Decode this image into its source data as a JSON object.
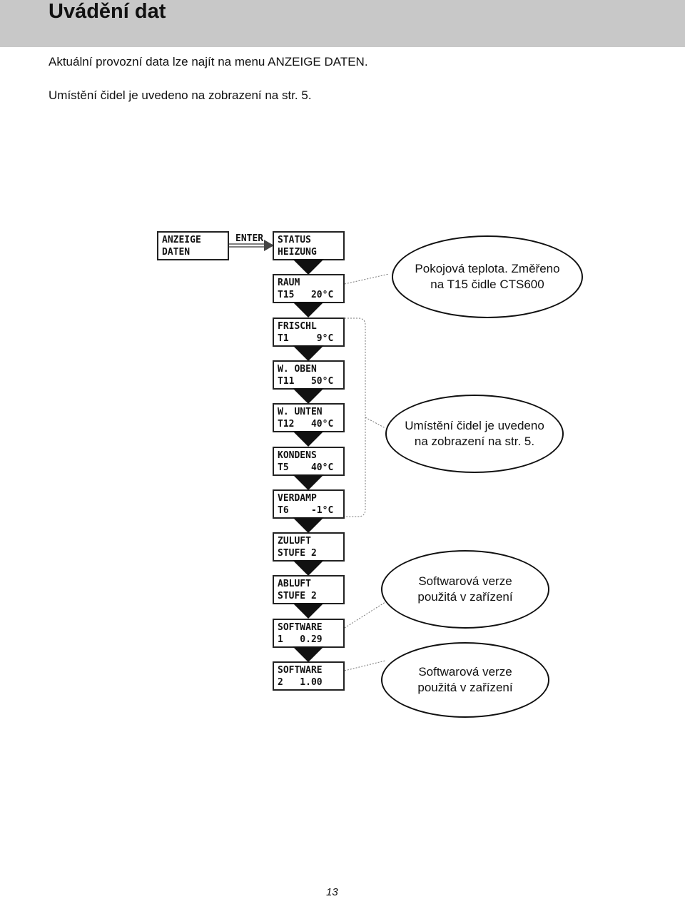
{
  "page": {
    "title": "Uvádění dat",
    "intro_lines": [
      "Aktuální provozní data lze najít na menu ANZEIGE DATEN.",
      "Umístění čidel je uvedeno na zobrazení na str. 5."
    ],
    "page_number": "13"
  },
  "menu": {
    "root": {
      "line1": "ANZEIGE",
      "line2": "DATEN"
    },
    "enter_label": "ENTER",
    "screens": [
      {
        "tag": "STATUS",
        "value": "",
        "line2": "HEIZUNG"
      },
      {
        "tag": "RAUM",
        "value": "",
        "line2": "T15   20°C"
      },
      {
        "tag": "FRISCHL",
        "value": "",
        "line2": "T1     9°C"
      },
      {
        "tag": "W. OBEN",
        "value": "",
        "line2": "T11   50°C"
      },
      {
        "tag": "W. UNTEN",
        "value": "",
        "line2": "T12   40°C"
      },
      {
        "tag": "KONDENS",
        "value": "",
        "line2": "T5    40°C"
      },
      {
        "tag": "VERDAMP",
        "value": "",
        "line2": "T6    -1°C"
      },
      {
        "tag": "ZULUFT",
        "value": "",
        "line2": "STUFE 2"
      },
      {
        "tag": "ABLUFT",
        "value": "",
        "line2": "STUFE 2"
      },
      {
        "tag": "SOFTWARE",
        "value": "",
        "line2": "1   0.29"
      },
      {
        "tag": "SOFTWARE",
        "value": "",
        "line2": "2   1.00"
      }
    ]
  },
  "callouts": {
    "room_temp": {
      "line1": "Pokojová teplota. Změřeno",
      "line2": "na T15 čidle CTS600"
    },
    "sensor_location": {
      "line1": "Umístění čidel je uvedeno",
      "line2": "na zobrazení na str. 5."
    },
    "software_1": {
      "line1": "Softwarová verze",
      "line2": "použitá v zařízení"
    },
    "software_2": {
      "line1": "Softwarová verze",
      "line2": "použitá v zařízení"
    }
  }
}
